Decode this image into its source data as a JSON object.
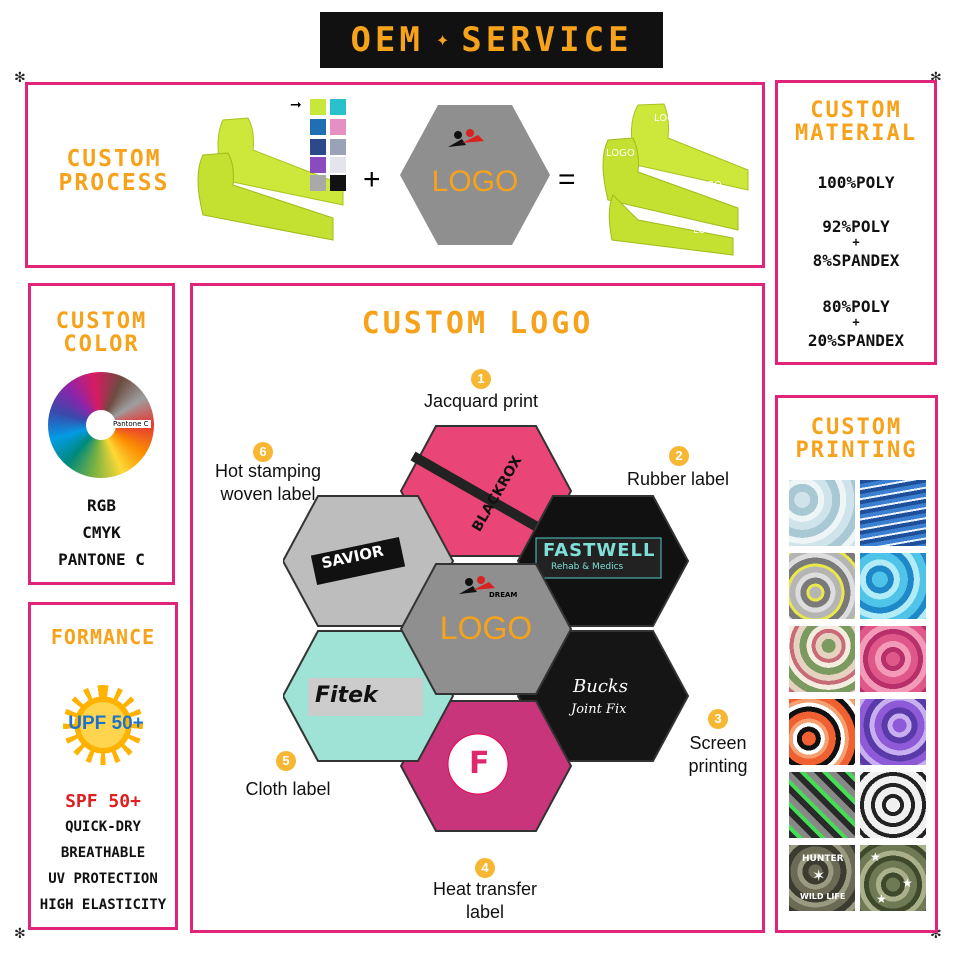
{
  "header": {
    "title": "OEM",
    "title2": "SERVICE"
  },
  "process": {
    "title": "CUSTOM\nPROCESS",
    "plus": "+",
    "equals": "=",
    "logo": "LOGO",
    "sleeve_logo": "LOGO",
    "swatches": [
      "#c7e83a",
      "#28c1cc",
      "#1f6fb2",
      "#e58fc2",
      "#2c4a8a",
      "#9aa3b5",
      "#8a4bbf",
      "#e4e4ec",
      "#a9a9a9",
      "#111111"
    ]
  },
  "material": {
    "title": "CUSTOM\nMATERIAL",
    "items": [
      {
        "a": "100%POLY"
      },
      {
        "a": "92%POLY",
        "b": "+",
        "c": "8%SPANDEX"
      },
      {
        "a": "80%POLY",
        "b": "+",
        "c": "20%SPANDEX"
      }
    ]
  },
  "color": {
    "title": "CUSTOM\nCOLOR",
    "wheel_label": "Pantone C",
    "modes": [
      "RGB",
      "CMYK",
      "PANTONE C"
    ]
  },
  "formance": {
    "title": "FORMANCE",
    "upf": "UPF 50+",
    "spf": "SPF 50+",
    "features": [
      "QUICK-DRY",
      "BREATHABLE",
      "UV PROTECTION",
      "HIGH ELASTICITY"
    ]
  },
  "logo_section": {
    "title": "CUSTOM LOGO",
    "center": "LOGO",
    "brand": "DREAM",
    "methods": [
      {
        "n": "1",
        "label": "Jacquard print"
      },
      {
        "n": "2",
        "label": "Rubber label"
      },
      {
        "n": "3",
        "label": "Screen\nprinting"
      },
      {
        "n": "4",
        "label": "Heat transfer\nlabel"
      },
      {
        "n": "5",
        "label": "Cloth label"
      },
      {
        "n": "6",
        "label": "Hot stamping\nwoven label"
      }
    ],
    "hex_text": {
      "jacquard": "BLACKROX",
      "rubber": "FASTWELL",
      "rubber_sub": "Rehab & Medics",
      "screen": "Bucks",
      "screen_sub": "Joint Fix",
      "cloth": "Fitek",
      "stamp": "SAVIOR",
      "heat": "F"
    }
  },
  "printing": {
    "title": "CUSTOM\nPRINTING",
    "tile_text": "HUNTER",
    "tile_text2": "WILD LIFE"
  }
}
